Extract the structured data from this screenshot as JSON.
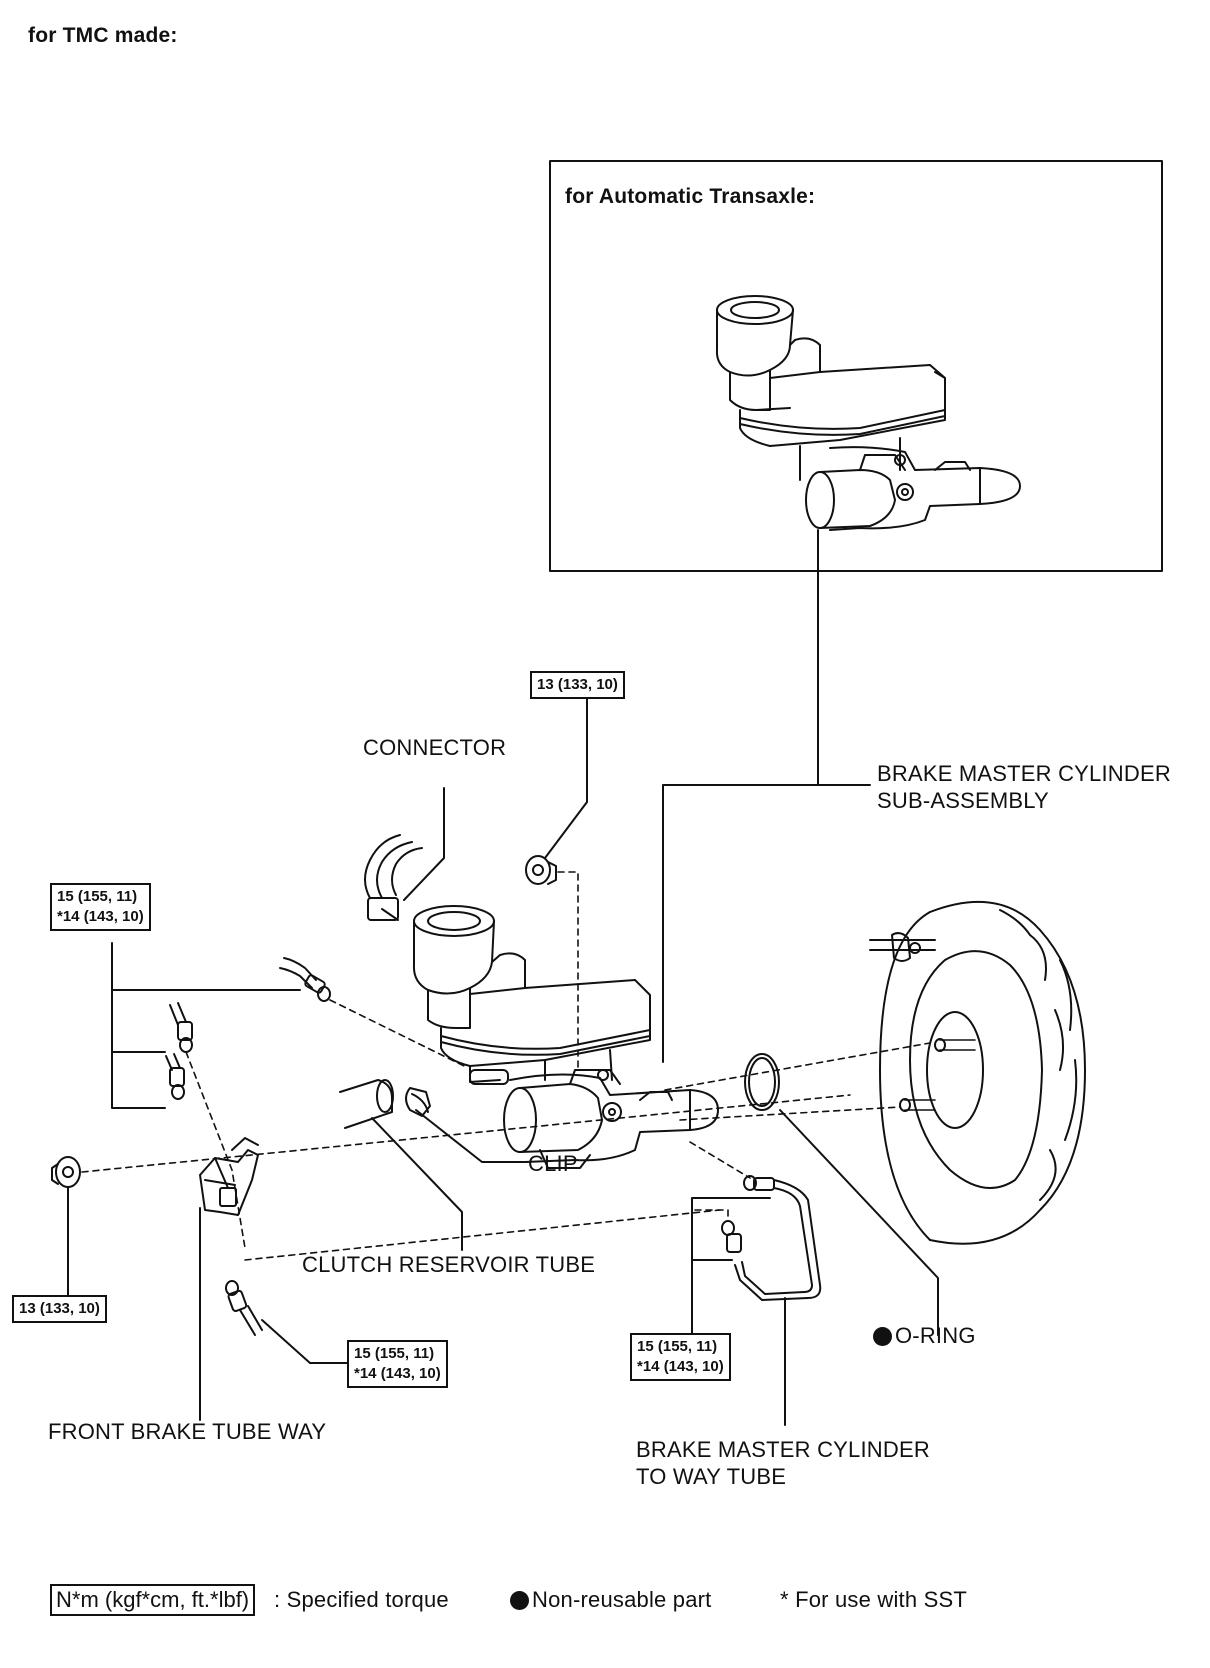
{
  "header": {
    "title": "for TMC made:"
  },
  "inset": {
    "title": "for Automatic Transaxle:"
  },
  "parts": {
    "connector": "CONNECTOR",
    "master_cylinder_l1": "BRAKE MASTER CYLINDER",
    "master_cylinder_l2": "SUB-ASSEMBLY",
    "clip": "CLIP",
    "clutch_reservoir_tube": "CLUTCH RESERVOIR TUBE",
    "o_ring": "O-RING",
    "front_brake_tube_way": "FRONT BRAKE TUBE WAY",
    "to_way_tube_l1": "BRAKE MASTER CYLINDER",
    "to_way_tube_l2": "TO WAY TUBE"
  },
  "torques": {
    "top_nut": "13 (133, 10)",
    "left_nut": "13 (133, 10)",
    "left_tubes_l1": "15 (155, 11)",
    "left_tubes_l2": "*14 (143, 10)",
    "bottom_tube_l1": "15 (155, 11)",
    "bottom_tube_l2": "*14 (143, 10)",
    "right_tube_l1": "15 (155, 11)",
    "right_tube_l2": "*14 (143, 10)"
  },
  "legend": {
    "torque_unit": "N*m (kgf*cm, ft.*lbf)",
    "torque_desc": ": Specified torque",
    "non_reusable": "Non-reusable part",
    "sst": "* For use with SST"
  }
}
